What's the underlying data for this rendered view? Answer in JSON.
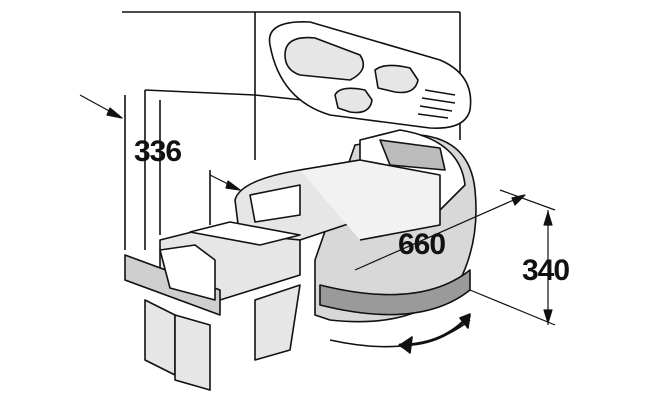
{
  "dimensions": {
    "depth_left": "336",
    "width": "660",
    "height": "340"
  },
  "colors": {
    "line": "#111111",
    "light_fill": "#e6e6e6",
    "mid_fill": "#cfcfcf",
    "dark_fill": "#9a9a9a"
  }
}
